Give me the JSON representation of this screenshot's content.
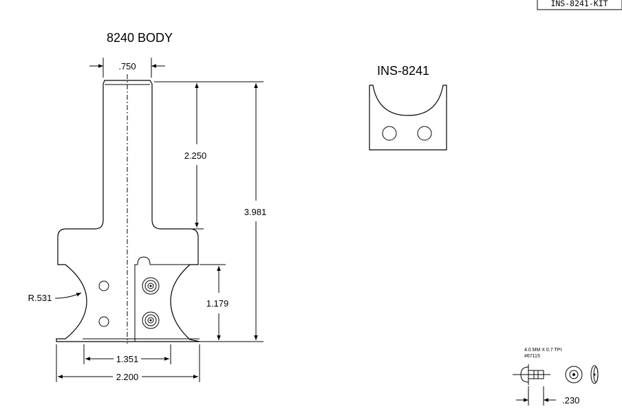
{
  "corner_tag": "INS-8241-KIT",
  "body": {
    "title": "8240 BODY",
    "dims": {
      "shank_width": ".750",
      "shank_length": "2.250",
      "overall_length": "3.981",
      "cutter_height": "1.179",
      "radius": "R.531",
      "inner_width": "1.351",
      "overall_width": "2.200"
    }
  },
  "insert": {
    "title": "INS-8241"
  },
  "screw": {
    "spec": "4.0 MM X 0.7 TPI",
    "part": "#67115",
    "length": ".230"
  }
}
